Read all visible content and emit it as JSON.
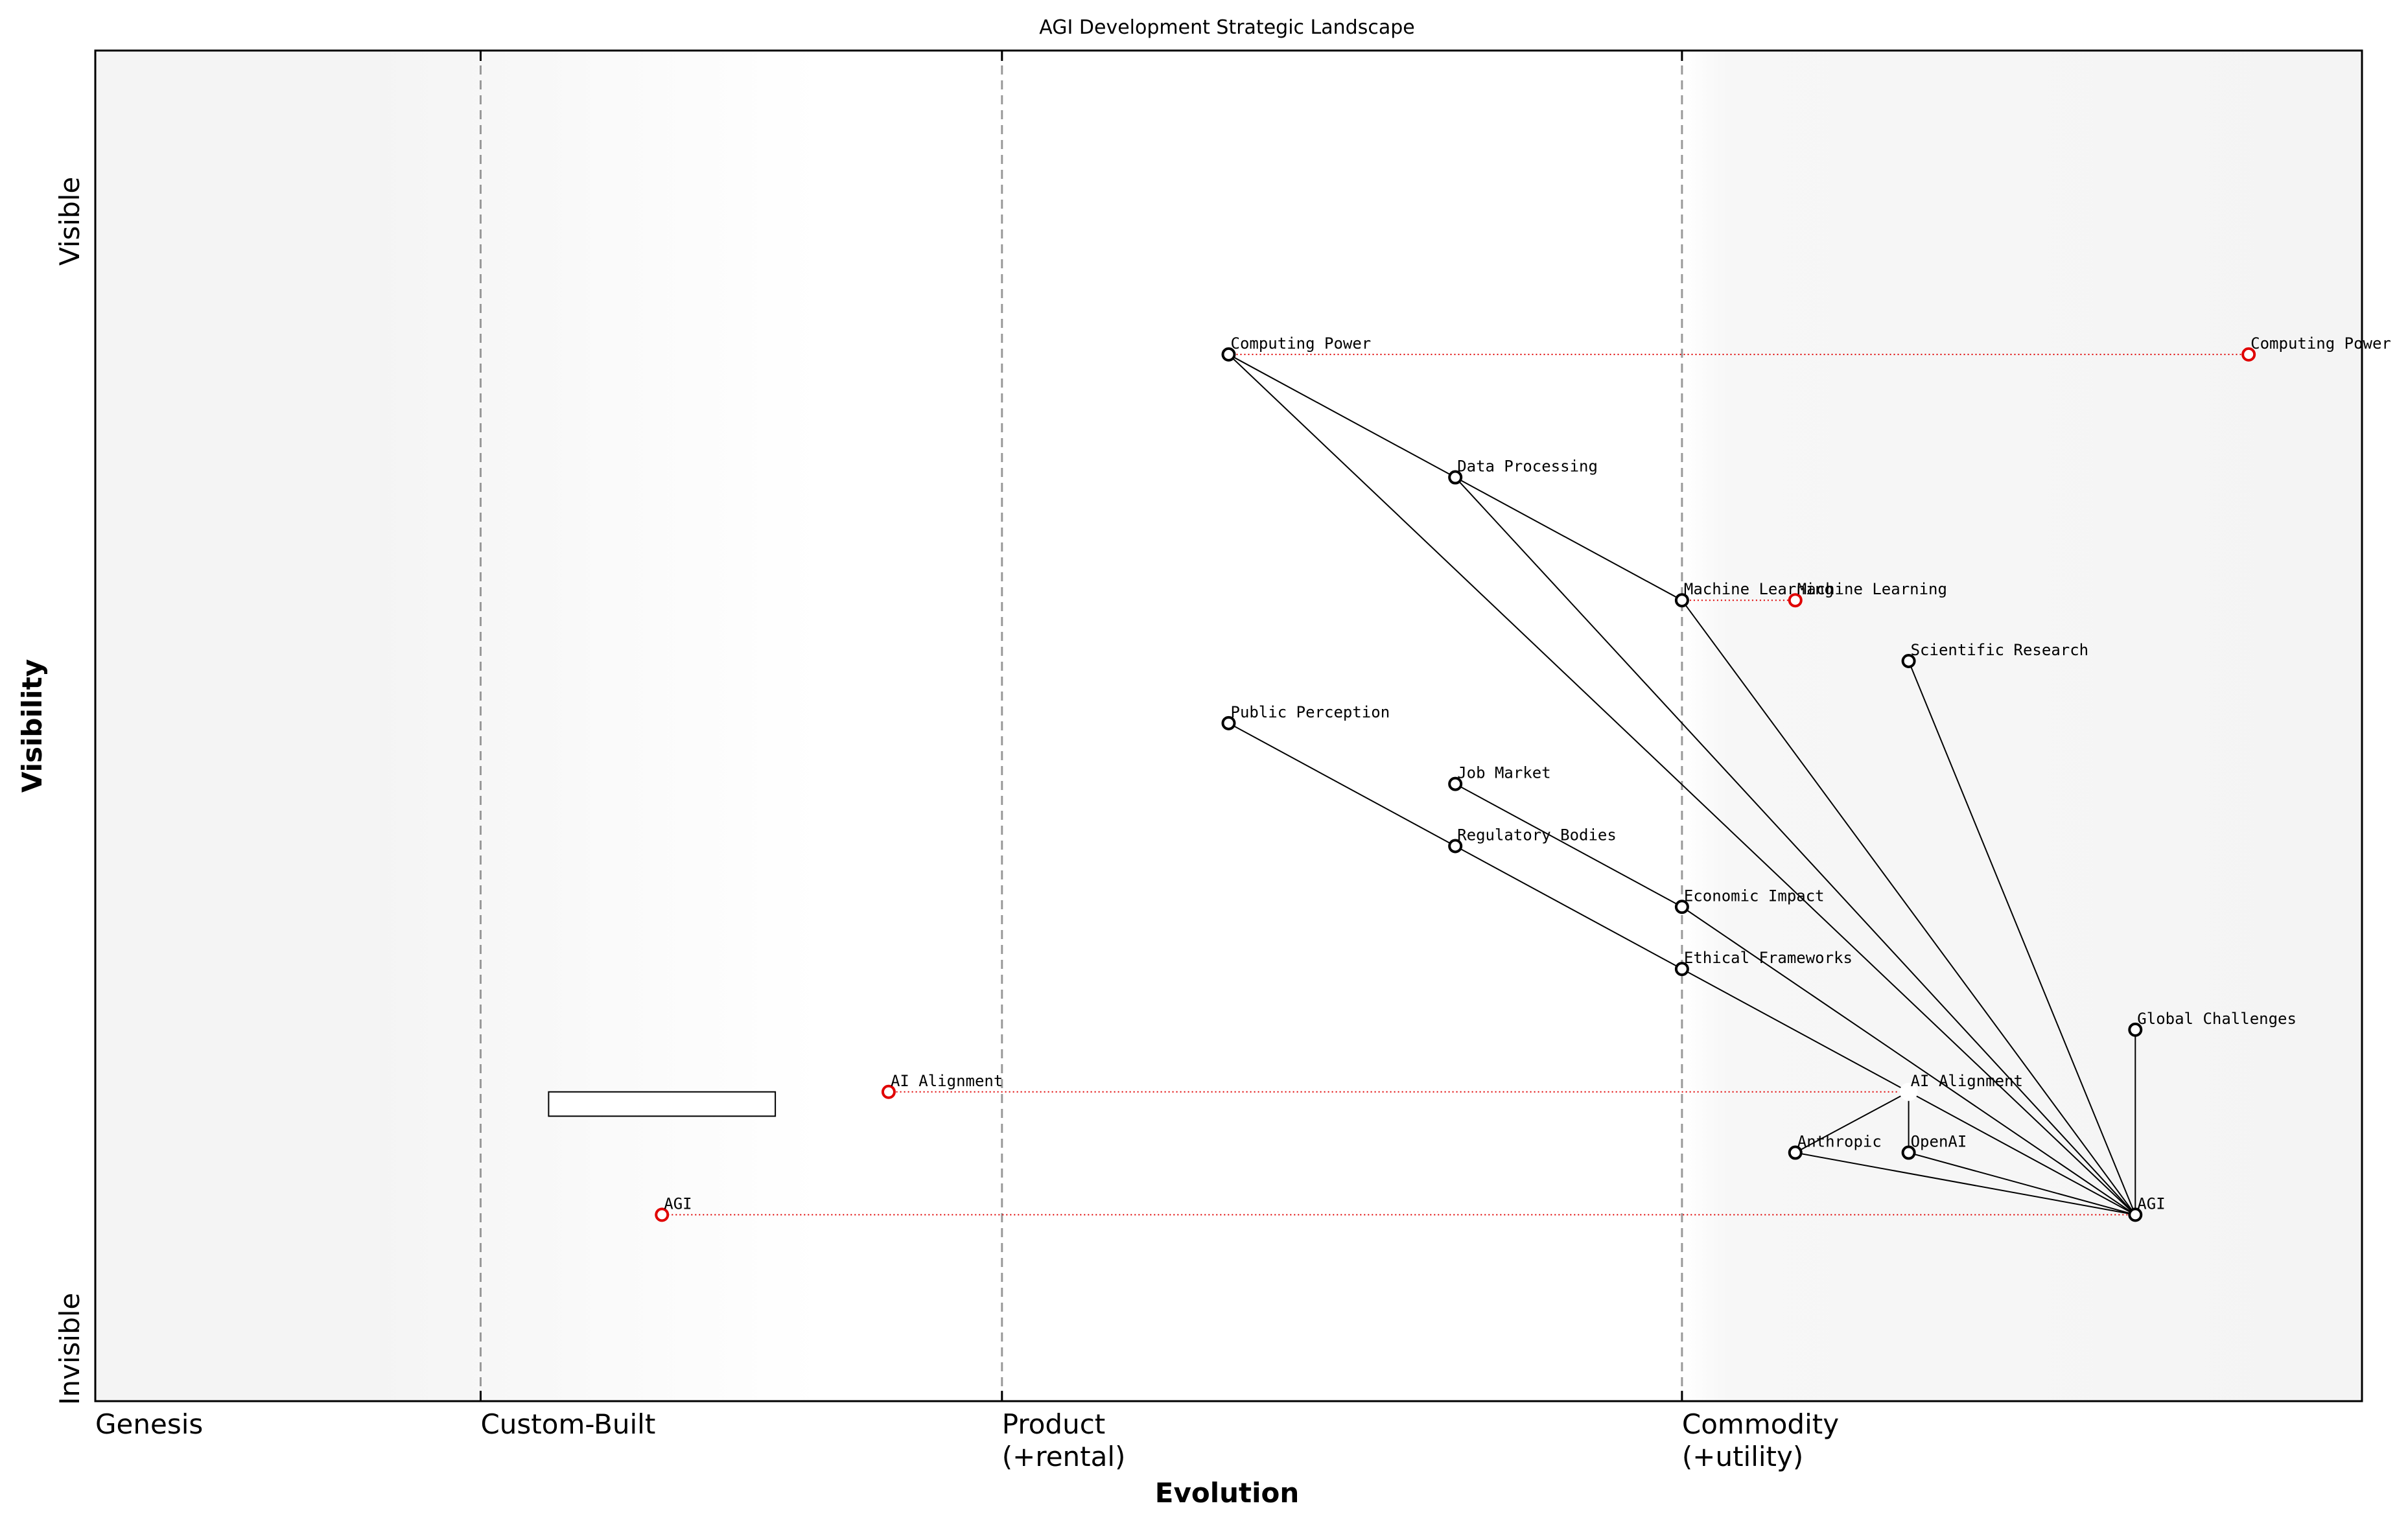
{
  "title": "AGI Development Strategic Landscape",
  "axes": {
    "x_title": "Evolution",
    "y_title": "Visibility",
    "y_top_label": "Visible",
    "y_bottom_label": "Invisible",
    "stages": [
      {
        "lines": [
          "Genesis"
        ],
        "at": 0.0
      },
      {
        "lines": [
          "Custom-Built"
        ],
        "at": 0.17
      },
      {
        "lines": [
          "Product",
          "(+rental)"
        ],
        "at": 0.4
      },
      {
        "lines": [
          "Commodity",
          "(+utility)"
        ],
        "at": 0.7
      }
    ]
  },
  "colors": {
    "node": "#000000",
    "evolved_node": "#e00000",
    "evolve_line": "#e00000",
    "stage_divider": "#999999"
  },
  "components": [
    {
      "id": "computing-power",
      "name": "Computing Power",
      "evolution": 0.5,
      "visibility": 0.775
    },
    {
      "id": "data-processing",
      "name": "Data Processing",
      "evolution": 0.6,
      "visibility": 0.684
    },
    {
      "id": "machine-learning",
      "name": "Machine Learning",
      "evolution": 0.7,
      "visibility": 0.593
    },
    {
      "id": "scientific-research",
      "name": "Scientific Research",
      "evolution": 0.8,
      "visibility": 0.548
    },
    {
      "id": "public-perception",
      "name": "Public Perception",
      "evolution": 0.5,
      "visibility": 0.502
    },
    {
      "id": "job-market",
      "name": "Job Market",
      "evolution": 0.6,
      "visibility": 0.457
    },
    {
      "id": "regulatory-bodies",
      "name": "Regulatory Bodies",
      "evolution": 0.6,
      "visibility": 0.411
    },
    {
      "id": "economic-impact",
      "name": "Economic Impact",
      "evolution": 0.7,
      "visibility": 0.366
    },
    {
      "id": "ethical-frameworks",
      "name": "Ethical Frameworks",
      "evolution": 0.7,
      "visibility": 0.32
    },
    {
      "id": "global-challenges",
      "name": "Global Challenges",
      "evolution": 0.9,
      "visibility": 0.275
    },
    {
      "id": "ai-alignment",
      "name": "AI Alignment",
      "evolution": 0.8,
      "visibility": 0.229,
      "hidden_marker": true
    },
    {
      "id": "anthropic",
      "name": "Anthropic",
      "evolution": 0.75,
      "visibility": 0.184
    },
    {
      "id": "openai",
      "name": "OpenAI",
      "evolution": 0.8,
      "visibility": 0.184
    },
    {
      "id": "agi",
      "name": "AGI",
      "evolution": 0.9,
      "visibility": 0.138
    }
  ],
  "evolved_components": [
    {
      "id": "computing-power-evolved",
      "name": "Computing Power",
      "from": "computing-power",
      "evolution": 0.95,
      "visibility": 0.775
    },
    {
      "id": "machine-learning-evolved",
      "name": "Machine Learning",
      "from": "machine-learning",
      "evolution": 0.75,
      "visibility": 0.593
    },
    {
      "id": "ai-alignment-evolved",
      "name": "AI Alignment",
      "from": "ai-alignment",
      "evolution": 0.35,
      "visibility": 0.229
    },
    {
      "id": "agi-evolved",
      "name": "AGI",
      "from": "agi",
      "evolution": 0.25,
      "visibility": 0.138
    }
  ],
  "dependencies": [
    [
      "computing-power",
      "data-processing"
    ],
    [
      "computing-power",
      "agi"
    ],
    [
      "data-processing",
      "machine-learning"
    ],
    [
      "data-processing",
      "agi"
    ],
    [
      "machine-learning",
      "agi"
    ],
    [
      "scientific-research",
      "agi"
    ],
    [
      "public-perception",
      "regulatory-bodies"
    ],
    [
      "regulatory-bodies",
      "ethical-frameworks"
    ],
    [
      "job-market",
      "economic-impact"
    ],
    [
      "economic-impact",
      "agi"
    ],
    [
      "ethical-frameworks",
      "ai-alignment"
    ],
    [
      "global-challenges",
      "agi"
    ],
    [
      "ai-alignment",
      "agi"
    ],
    [
      "ai-alignment",
      "anthropic"
    ],
    [
      "ai-alignment",
      "openai"
    ],
    [
      "anthropic",
      "agi"
    ],
    [
      "openai",
      "agi"
    ]
  ],
  "annotation_box": {
    "evolution_start": 0.2,
    "evolution_end": 0.3,
    "visibility_top": 0.229,
    "visibility_bottom": 0.211
  }
}
